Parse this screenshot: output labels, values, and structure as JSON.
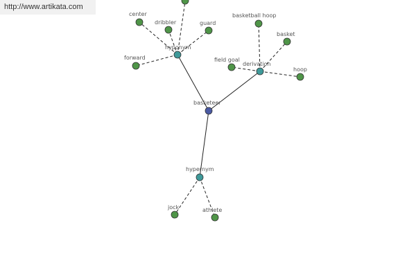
{
  "source_link": "http://www.artikata.com",
  "colors": {
    "root": "#4a5aa3",
    "relation": "#3f9a9a",
    "leaf": "#4f9548"
  },
  "nodes": {
    "basketeer": "basketeer",
    "hyponym": "hyponym",
    "derivation": "derivation",
    "hypernym": "hypernym",
    "center": "center",
    "dribbler": "dribbler",
    "guard": "guard",
    "forward": "forward",
    "top_offscreen": "",
    "basketball_hoop": "basketball hoop",
    "basket": "basket",
    "field_goal": "field goal",
    "hoop": "hoop",
    "jock": "jock",
    "athlete": "athlete"
  }
}
